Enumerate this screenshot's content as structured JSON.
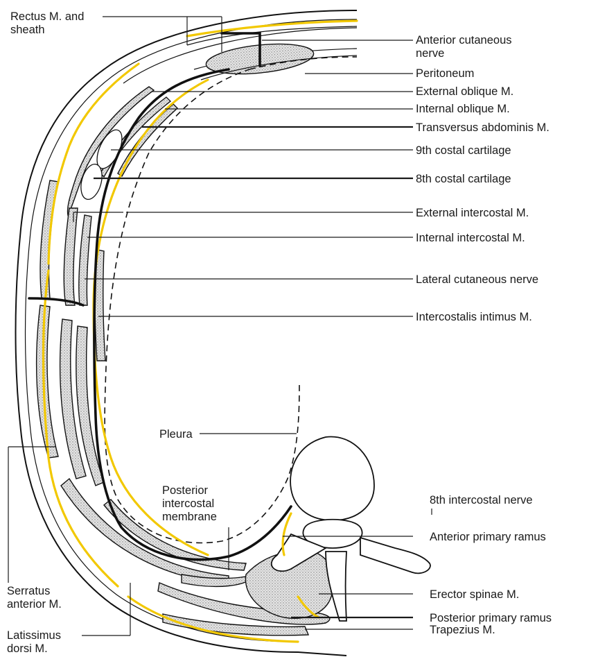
{
  "colors": {
    "nerve": "#f2c800",
    "line": "#111111",
    "stipple": "#9a9a9a"
  },
  "labels": {
    "rectus": "Rectus M. and sheath",
    "anterior_cutaneous": "Anterior cutaneous nerve",
    "peritoneum": "Peritoneum",
    "external_oblique": "External oblique M.",
    "internal_oblique": "Internal oblique M.",
    "transversus": "Transversus abdominis M.",
    "costal_9": "9th costal cartilage",
    "costal_8": "8th costal cartilage",
    "external_intercostal": "External intercostal M.",
    "internal_intercostal": "Internal intercostal M.",
    "lateral_cutaneous": "Lateral cutaneous nerve",
    "intercostalis_intimus": "Intercostalis intimus M.",
    "pleura": "Pleura",
    "posterior_membrane": "Posterior intercostal membrane",
    "intercostal_nerve_8": "8th intercostal nerve",
    "anterior_primary_ramus": "Anterior primary ramus",
    "erector_spinae": "Erector spinae M.",
    "posterior_primary_ramus": "Posterior primary ramus",
    "trapezius": "Trapezius M.",
    "serratus": "Serratus anterior M.",
    "latissimus": "Latissimus dorsi M."
  }
}
